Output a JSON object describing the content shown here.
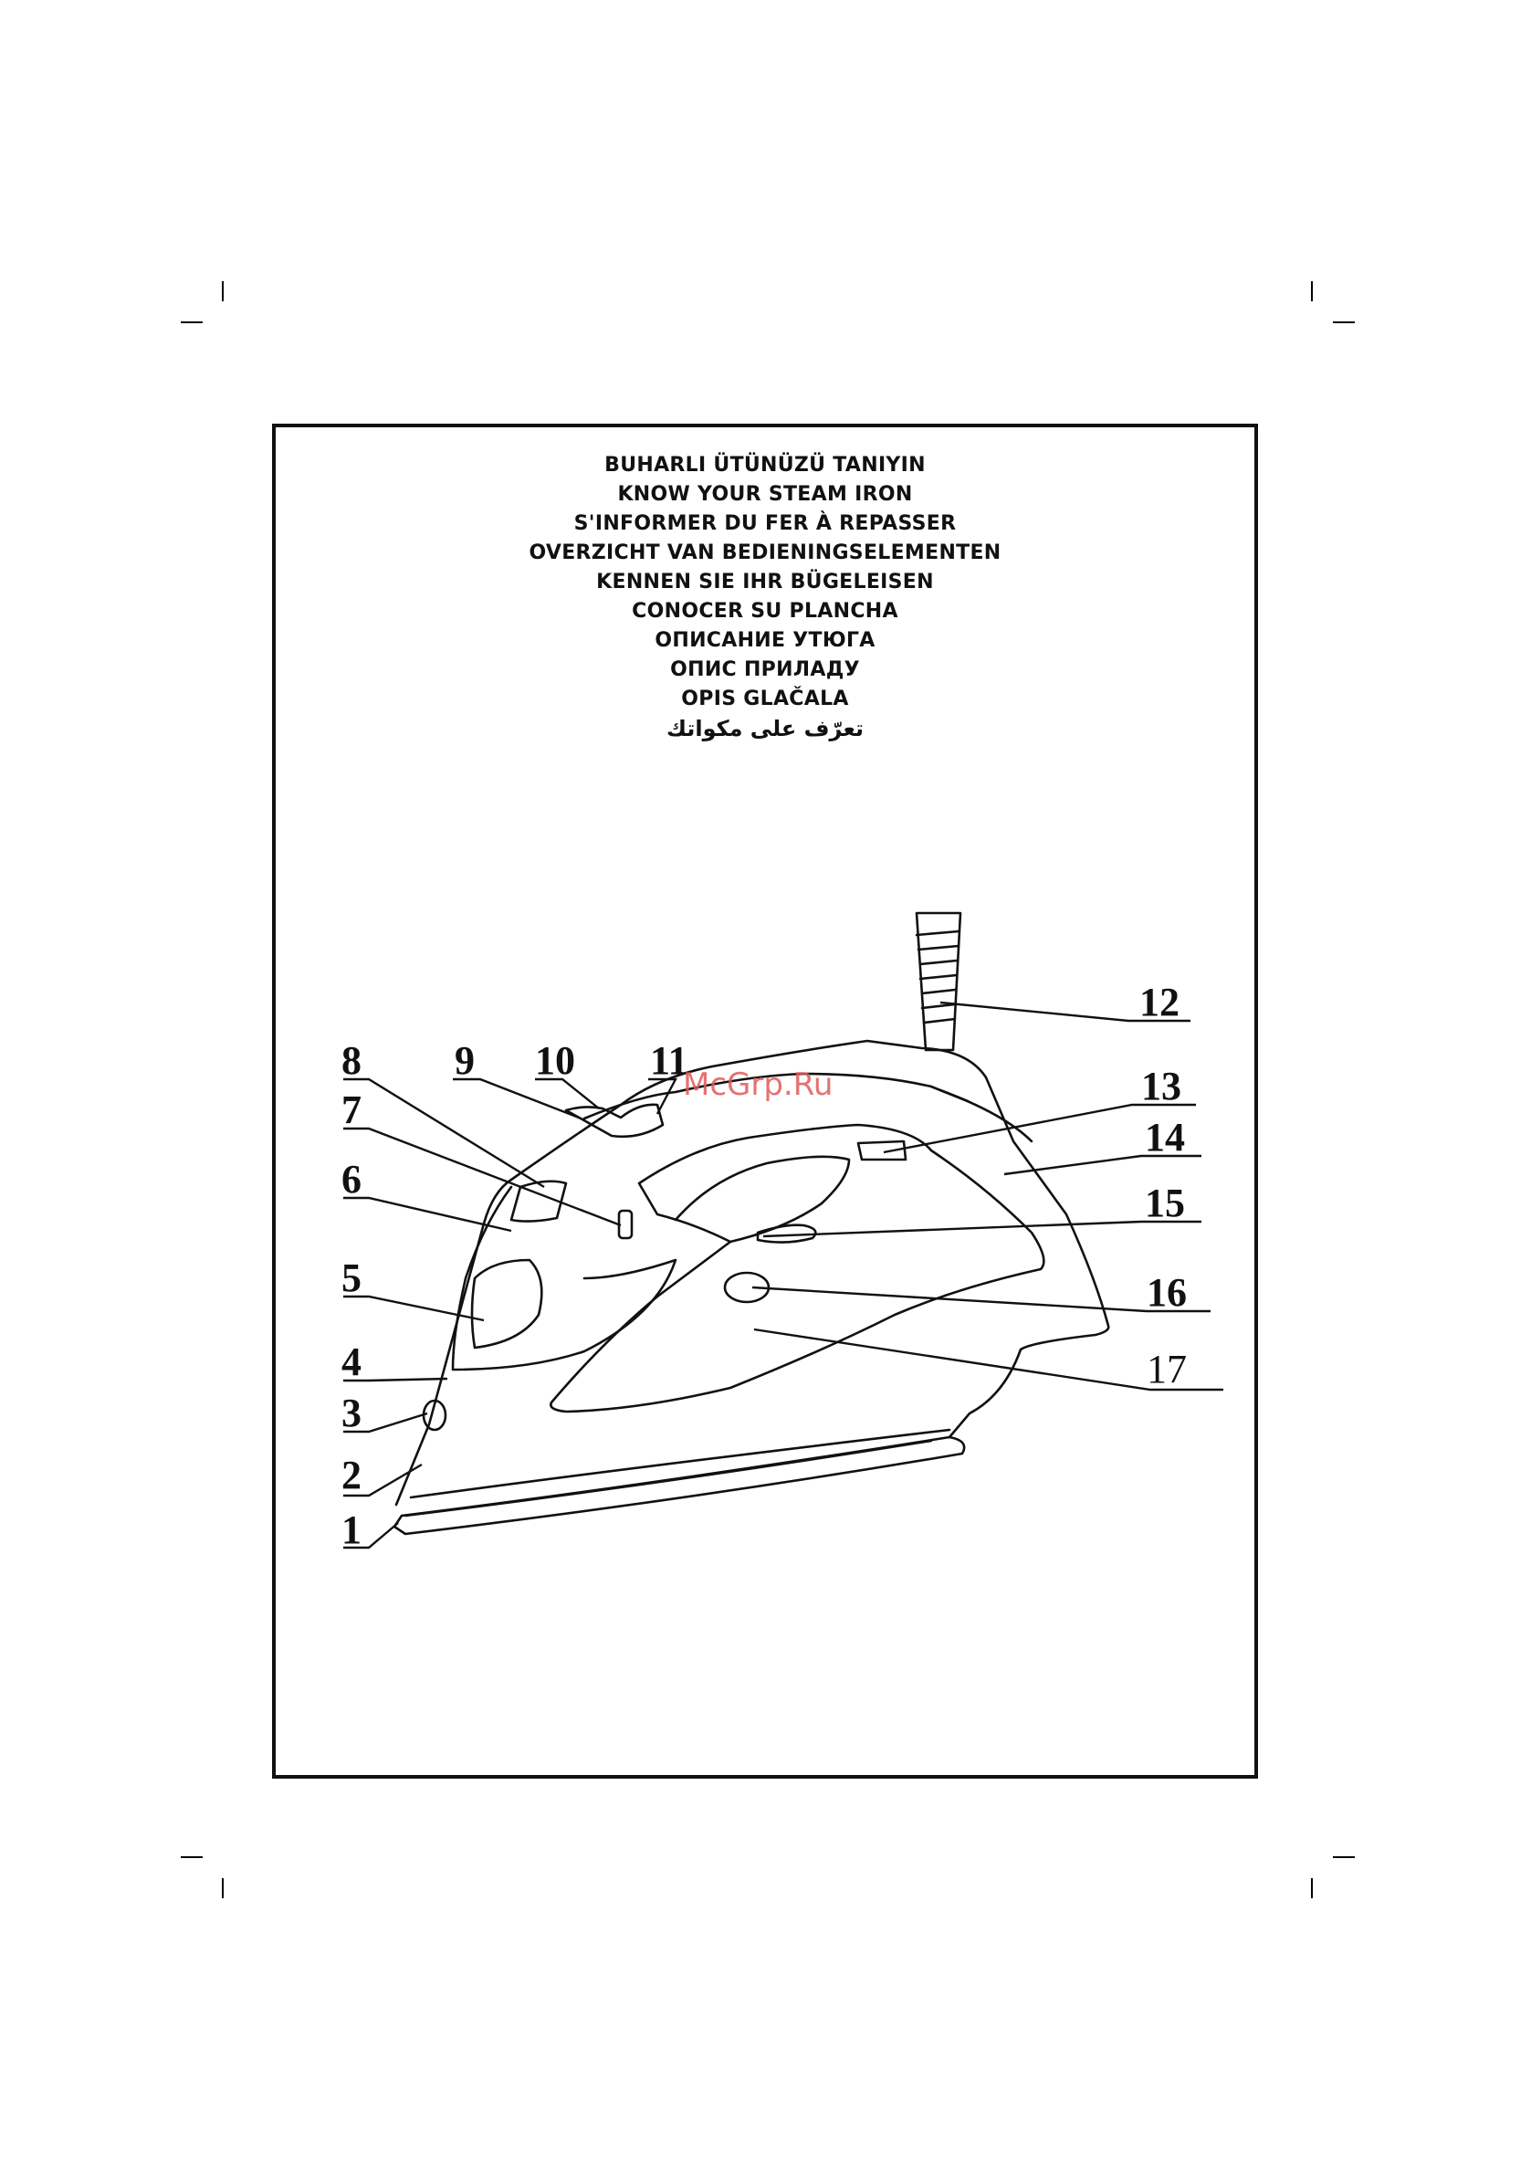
{
  "header": {
    "titles": [
      "BUHARLI ÜTÜNÜZÜ TANIYIN",
      "KNOW YOUR STEAM IRON",
      "S'INFORMER DU FER À REPASSER",
      "OVERZICHT VAN BEDIENINGSELEMENTEN",
      "KENNEN SIE IHR BÜGELEISEN",
      "CONOCER SU PLANCHA",
      "ОПИСАНИЕ УТЮГА",
      "ОПИС ПРИЛАДУ",
      "OPIS GLAČALA",
      "تعرّف على مكواتك"
    ]
  },
  "watermark": "McGrp.Ru",
  "callouts": [
    "1",
    "2",
    "3",
    "4",
    "5",
    "6",
    "7",
    "8",
    "9",
    "10",
    "11",
    "12",
    "13",
    "14",
    "15",
    "16",
    "17"
  ]
}
